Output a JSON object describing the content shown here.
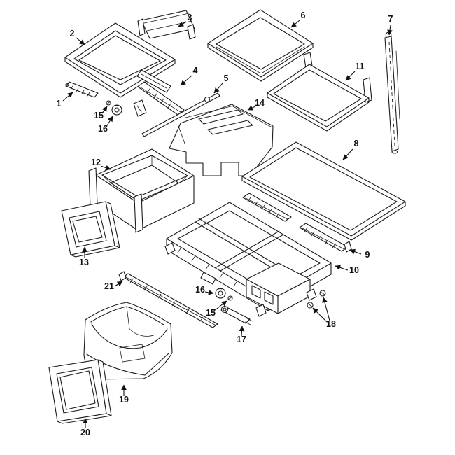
{
  "figure": {
    "kind": "exploded-parts-diagram",
    "background_color": "#ffffff",
    "line_color": "#1c1c1c"
  },
  "callouts": {
    "c1": "1",
    "c2": "2",
    "c3": "3",
    "c4": "4",
    "c5": "5",
    "c6": "6",
    "c7": "7",
    "c8": "8",
    "c9": "9",
    "c10": "10",
    "c11": "11",
    "c12": "12",
    "c13": "13",
    "c14": "14",
    "c15_upper": "15",
    "c16_upper": "16",
    "c15_lower": "15",
    "c16_lower": "16",
    "c17": "17",
    "c18": "18",
    "c19": "19",
    "c20": "20",
    "c21": "21"
  }
}
